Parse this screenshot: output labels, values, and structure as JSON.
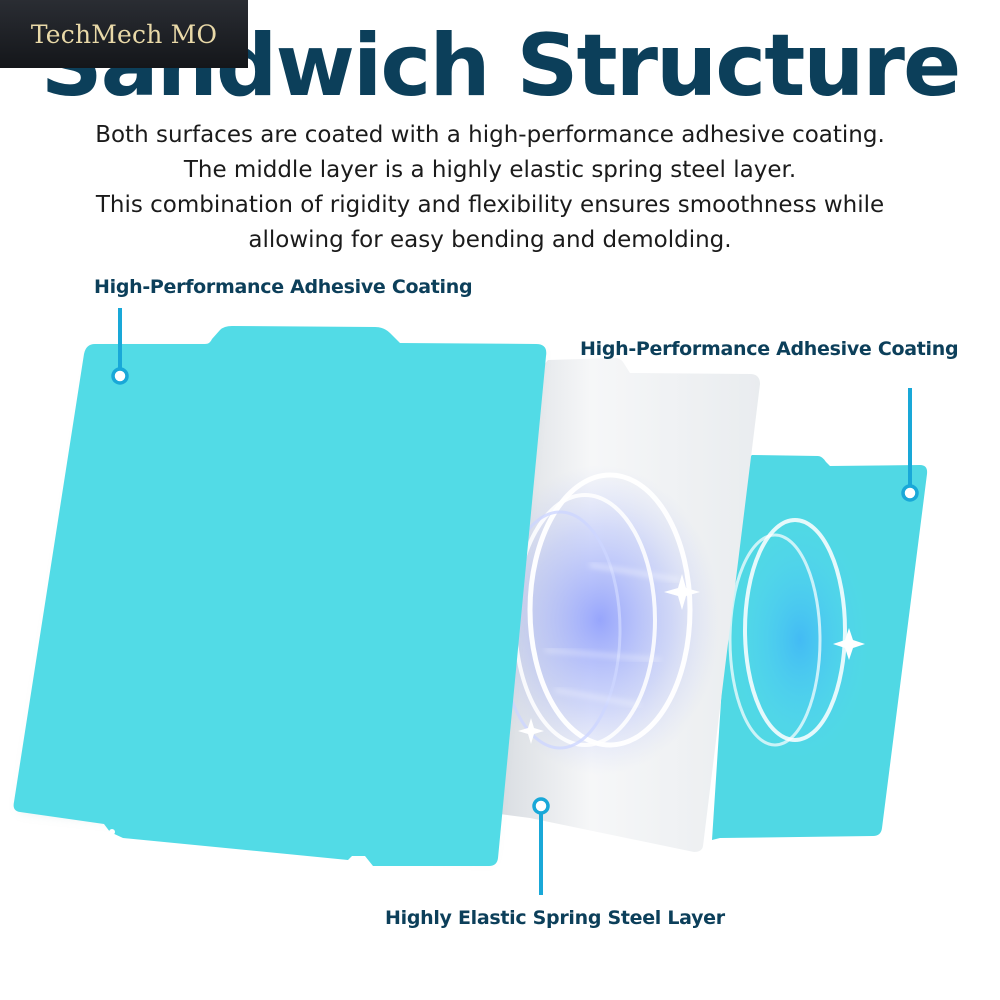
{
  "watermark": "TechMech MO",
  "title": "Sandwich Structure",
  "description_lines": [
    "Both surfaces are coated with a high-performance adhesive coating.",
    "The middle layer is a highly elastic spring steel layer.",
    "This combination of rigidity and flexibility ensures smoothness while",
    "allowing for easy bending and demolding."
  ],
  "callouts": {
    "front_layer": "High-Performance Adhesive Coating",
    "back_layer": "High-Performance Adhesive Coating",
    "middle_layer": "Highly Elastic Spring Steel Layer"
  },
  "colors": {
    "accent_dark": "#0c3f5a",
    "cyan_sheet": "#52dbe6",
    "callout_line": "#19a8d8",
    "steel_sheet": "#f2f4f6"
  }
}
